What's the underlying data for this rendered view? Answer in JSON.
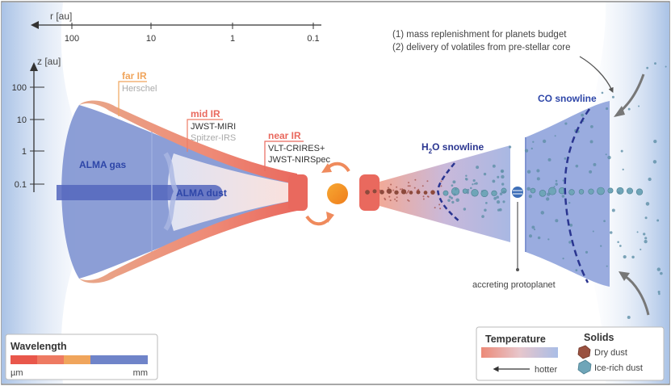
{
  "axes": {
    "r_label": "r [au]",
    "r_ticks": [
      "100",
      "10",
      "1",
      "0.1"
    ],
    "z_label": "z [au]",
    "z_ticks": [
      "100",
      "10",
      "1",
      "0.1"
    ]
  },
  "labels": {
    "far_ir": "far IR",
    "far_ir_instr": "Herschel",
    "mid_ir": "mid IR",
    "mid_ir_instr1": "JWST-MIRI",
    "mid_ir_instr2": "Spitzer-IRS",
    "near_ir": "near IR",
    "near_ir_instr1": "VLT-CRIRES+",
    "near_ir_instr2": "JWST-NIRSpec",
    "alma_gas": "ALMA gas",
    "alma_dust": "ALMA dust",
    "h2o_snowline_main": "H",
    "h2o_snowline_sub": "2",
    "h2o_snowline_rest": "O snowline",
    "co_snowline": "CO snowline",
    "accreting_protoplanet": "accreting protoplanet",
    "note1": "(1) mass replenishment for planets budget",
    "note2": "(2) delivery of volatiles from pre-stellar core"
  },
  "legend_wavelength": {
    "title": "Wavelength",
    "left": "µm",
    "right": "mm"
  },
  "legend_temperature": {
    "title": "Temperature",
    "hotter": "hotter"
  },
  "legend_solids": {
    "title": "Solids",
    "dry": "Dry dust",
    "ice": "Ice-rich dust"
  },
  "colors": {
    "disk_blue": "#7f93d1",
    "envelope_blue": "#c9d9ee",
    "hot_red": "#e9695e",
    "orange": "#ef8a3c",
    "far_ir_orange": "#f0a55c",
    "snowline_navy": "#2a3590",
    "label_blue": "#2e46a8"
  }
}
